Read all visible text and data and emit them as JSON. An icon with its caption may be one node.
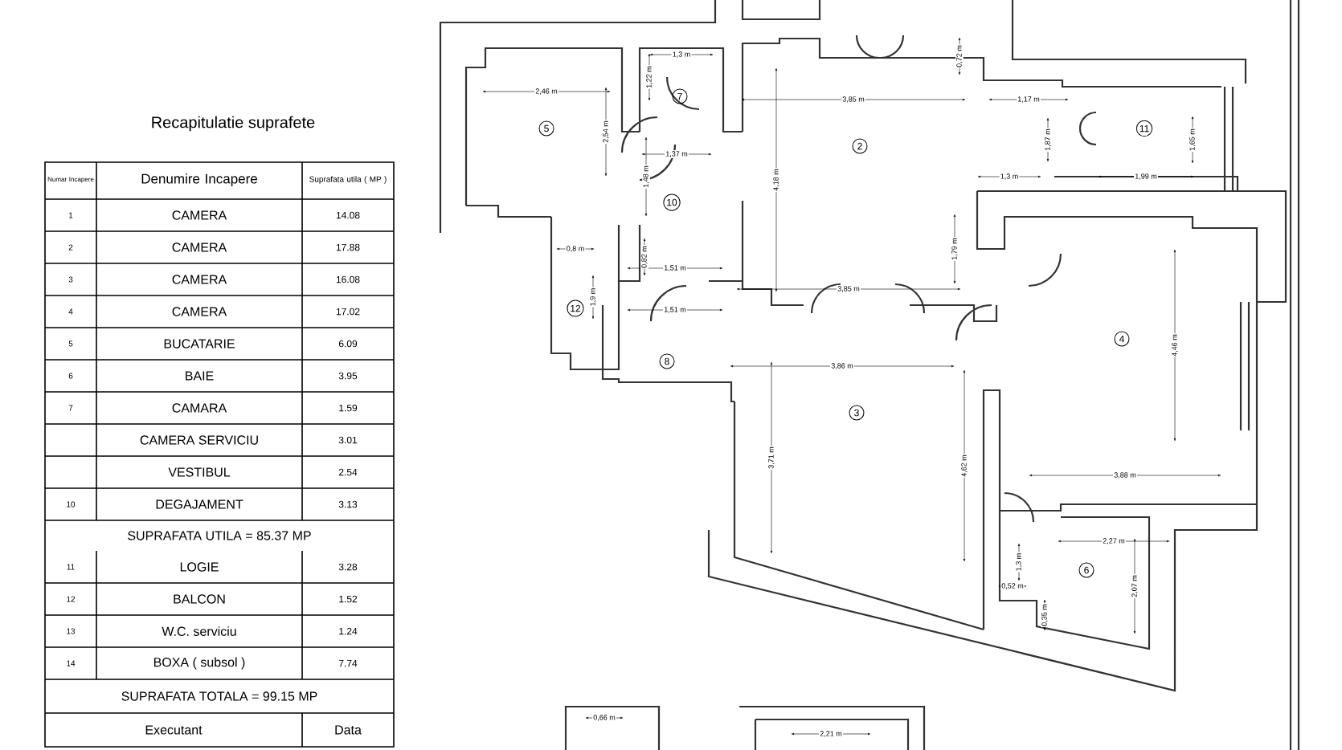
{
  "diagram": {
    "title": "Recapitulatie suprafete",
    "labels": [
      "Numar Incapere",
      "Denumire Incapere",
      "Suprafata utila ( MP )",
      "1",
      "CAMERA",
      "14.08",
      "2",
      "CAMERA",
      "17.88",
      "3",
      "CAMERA",
      "16.08",
      "4",
      "CAMERA",
      "17.02",
      "5",
      "BUCATARIE",
      "6.09",
      "6",
      "BAIE",
      "3.95",
      "7",
      "CAMARA",
      "1.59",
      "CAMERA SERVICIU",
      "3.01",
      "VESTIBUL",
      "2.54",
      "10",
      "DEGAJAMENT",
      "3.13",
      "SUPRAFATA UTILA = 85.37 MP",
      "11",
      "LOGIE",
      "3.28",
      "12",
      "BALCON",
      "1.52",
      "13",
      "W.C. serviciu",
      "1.24",
      "14",
      "BOXA ( subsol )",
      "7.74",
      "SUPRAFATA TOTALA = 99.15 MP",
      "Executant",
      "Data",
      "5",
      "7",
      "2",
      "11",
      "10",
      "12",
      "8",
      "3",
      "4",
      "6",
      "2,46 m",
      "1,3 m",
      "1,22 m",
      "2,54 m",
      "1,37 m",
      "1,48 m",
      "0,8 m",
      "0,82 m",
      "1,51 m",
      "1,9 m",
      "1,51 m",
      "3,85 m",
      "4,18 m",
      "0,72 m",
      "1,17 m",
      "1,87 m",
      "1,65 m",
      "1,3 m",
      "1,99 m",
      "1,79 m",
      "3,85 m",
      "3,86 m",
      "4,46 m",
      "3,71 m",
      "4,62 m",
      "3,88 m",
      "2,27 m",
      "1,3 m",
      "0,52 m",
      "0,35 m",
      "2,07 m",
      "0,66 m",
      "2,21 m"
    ]
  }
}
